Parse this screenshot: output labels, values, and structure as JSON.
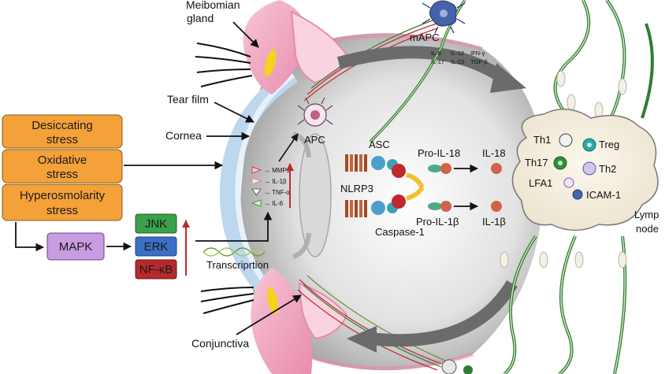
{
  "stress_boxes": [
    "Desiccating stress",
    "Oxidative stress",
    "Hyperosmolarity stress"
  ],
  "stress_lines": [
    [
      "Desiccating",
      "stress"
    ],
    [
      "Oxidative",
      "stress"
    ],
    [
      "Hyperosmolarity",
      "stress"
    ]
  ],
  "mapk": "MAPK",
  "kinases": [
    "JNK",
    "ERK",
    "NF-κB"
  ],
  "transcription": "Transcriprtion",
  "anatomy": {
    "meibomian": [
      "Meibomian",
      "gland"
    ],
    "tear_film": "Tear film",
    "cornea": "Cornea",
    "conjunctiva": "Conjunctiva"
  },
  "mediators": [
    "MMPs",
    "IL-1β",
    "TNF-α",
    "IL-6"
  ],
  "apc": "APC",
  "mapc": "mAPC",
  "cytokines": [
    "IL-6",
    "IL-12",
    "IFN-γ",
    "IL-17",
    "IL-23",
    "TGF-β"
  ],
  "inflammasome": {
    "asc": "ASC",
    "nlrp3": "NLRP3",
    "caspase": "Caspase-1",
    "pro_il18": "Pro-IL-18",
    "il18": "IL-18",
    "pro_il1b": "Pro-IL-1β",
    "il1b": "IL-1β"
  },
  "lymph": {
    "cells": [
      "Th1",
      "Treg",
      "Th17",
      "Th2",
      "LFA1",
      "ICAM-1"
    ],
    "label": [
      "Lymp",
      "node"
    ]
  },
  "colors": {
    "stress_box": "#f4a13a",
    "mapk_box": "#c99be0",
    "jnk": "#3aa04a",
    "erk": "#3a6fc4",
    "nfkb": "#b52b2b",
    "arrow_red": "#c0282d",
    "eyelid": "#f2a7c0",
    "lymph_vessel": "#2f7d32"
  }
}
